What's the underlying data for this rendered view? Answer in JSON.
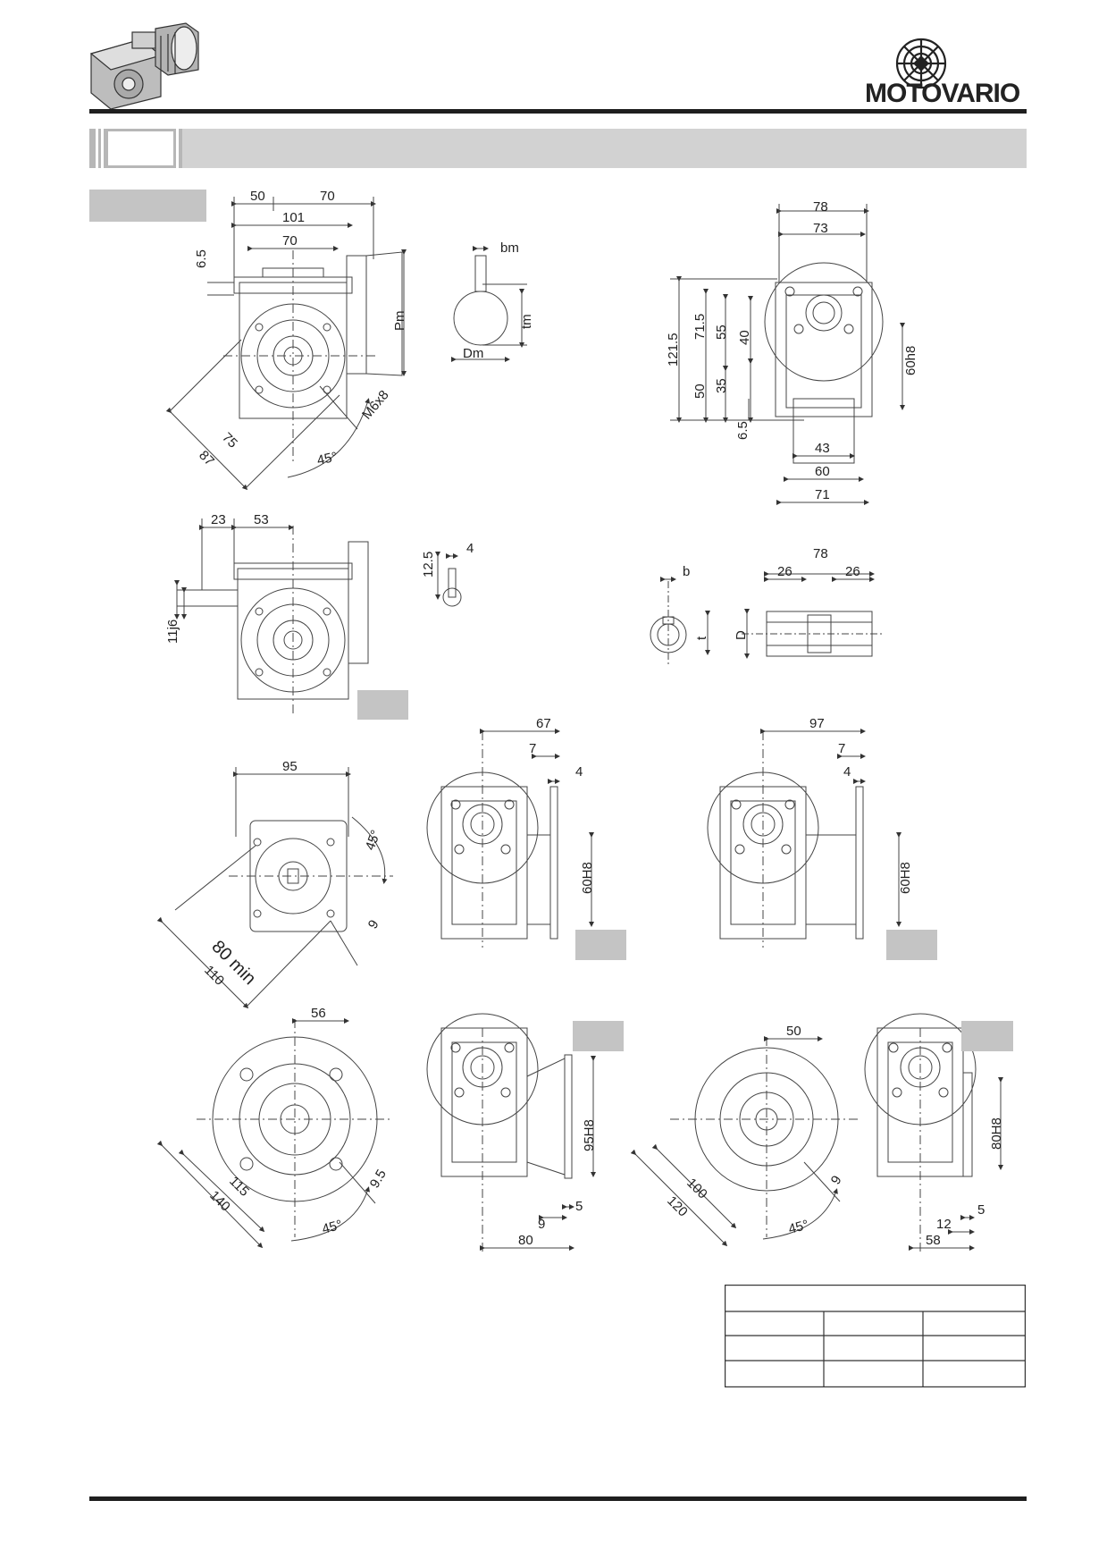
{
  "brand": {
    "name": "MOTOVARIO"
  },
  "view1_top": {
    "d1": "50",
    "d2": "70",
    "d3": "101",
    "d4": "70",
    "d5": "6.5",
    "pm": "Pm",
    "thread": "M6x8",
    "r75": "75",
    "r87": "87",
    "angle": "45°"
  },
  "key_top": {
    "bm": "bm",
    "tm": "tm",
    "Dm": "Dm"
  },
  "side_top": {
    "d78": "78",
    "d73": "73",
    "d121": "121.5",
    "d71": "71.5",
    "d55": "55",
    "d40": "40",
    "d50": "50",
    "d35": "35",
    "d65": "6.5",
    "h8": "60h8",
    "d43": "43",
    "d60": "60",
    "d71b": "71"
  },
  "view2": {
    "d23": "23",
    "d53": "53",
    "shaft": "11j6",
    "d125": "12.5",
    "d4": "4"
  },
  "hollow": {
    "b": "b",
    "t": "t",
    "D": "D",
    "d78": "78",
    "d26a": "26",
    "d26b": "26"
  },
  "flange1": {
    "d95": "95",
    "ang": "45°",
    "min": "80 min",
    "d110": "110",
    "d9": "9"
  },
  "side_f1": {
    "d67": "67",
    "d7": "7",
    "d4": "4",
    "h8": "60H8"
  },
  "side_f2": {
    "d97": "97",
    "d7": "7",
    "d4": "4",
    "h8": "60H8"
  },
  "flange2": {
    "d56": "56",
    "d115": "115",
    "d140": "140",
    "d95": "9.5",
    "ang": "45°"
  },
  "side_f3": {
    "h8": "95H8",
    "d9": "9",
    "d5": "5",
    "d80": "80"
  },
  "flange3": {
    "d50": "50",
    "d100": "100",
    "d120": "120",
    "d9": "9",
    "ang": "45°"
  },
  "side_f4": {
    "h8": "80H8",
    "d5": "5",
    "d12": "12",
    "d58": "58"
  }
}
